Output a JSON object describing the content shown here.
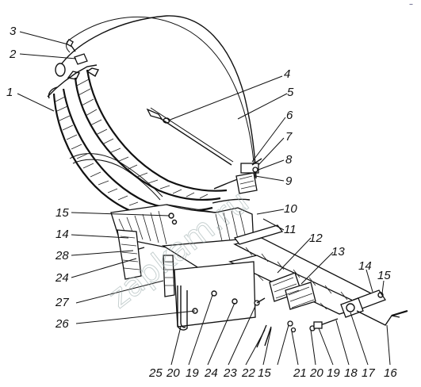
{
  "watermark": "zapkam.ru",
  "corner_mark": "–",
  "callouts": {
    "n1": "1",
    "n2": "2",
    "n3": "3",
    "n4": "4",
    "n5": "5",
    "n6": "6",
    "n7": "7",
    "n8": "8",
    "n9": "9",
    "n10": "10",
    "n11": "11",
    "n12": "12",
    "n13": "13",
    "n14a": "14",
    "n15a": "15",
    "n14b": "14",
    "n15b": "15",
    "n28": "28",
    "n24a": "24",
    "n27": "27",
    "n26": "26",
    "n25": "25",
    "n20a": "20",
    "n19a": "19",
    "n24b": "24",
    "n23": "23",
    "n22": "22",
    "n15c": "15",
    "n21": "21",
    "n20b": "20",
    "n19b": "19",
    "n18": "18",
    "n17": "17",
    "n16": "16"
  }
}
